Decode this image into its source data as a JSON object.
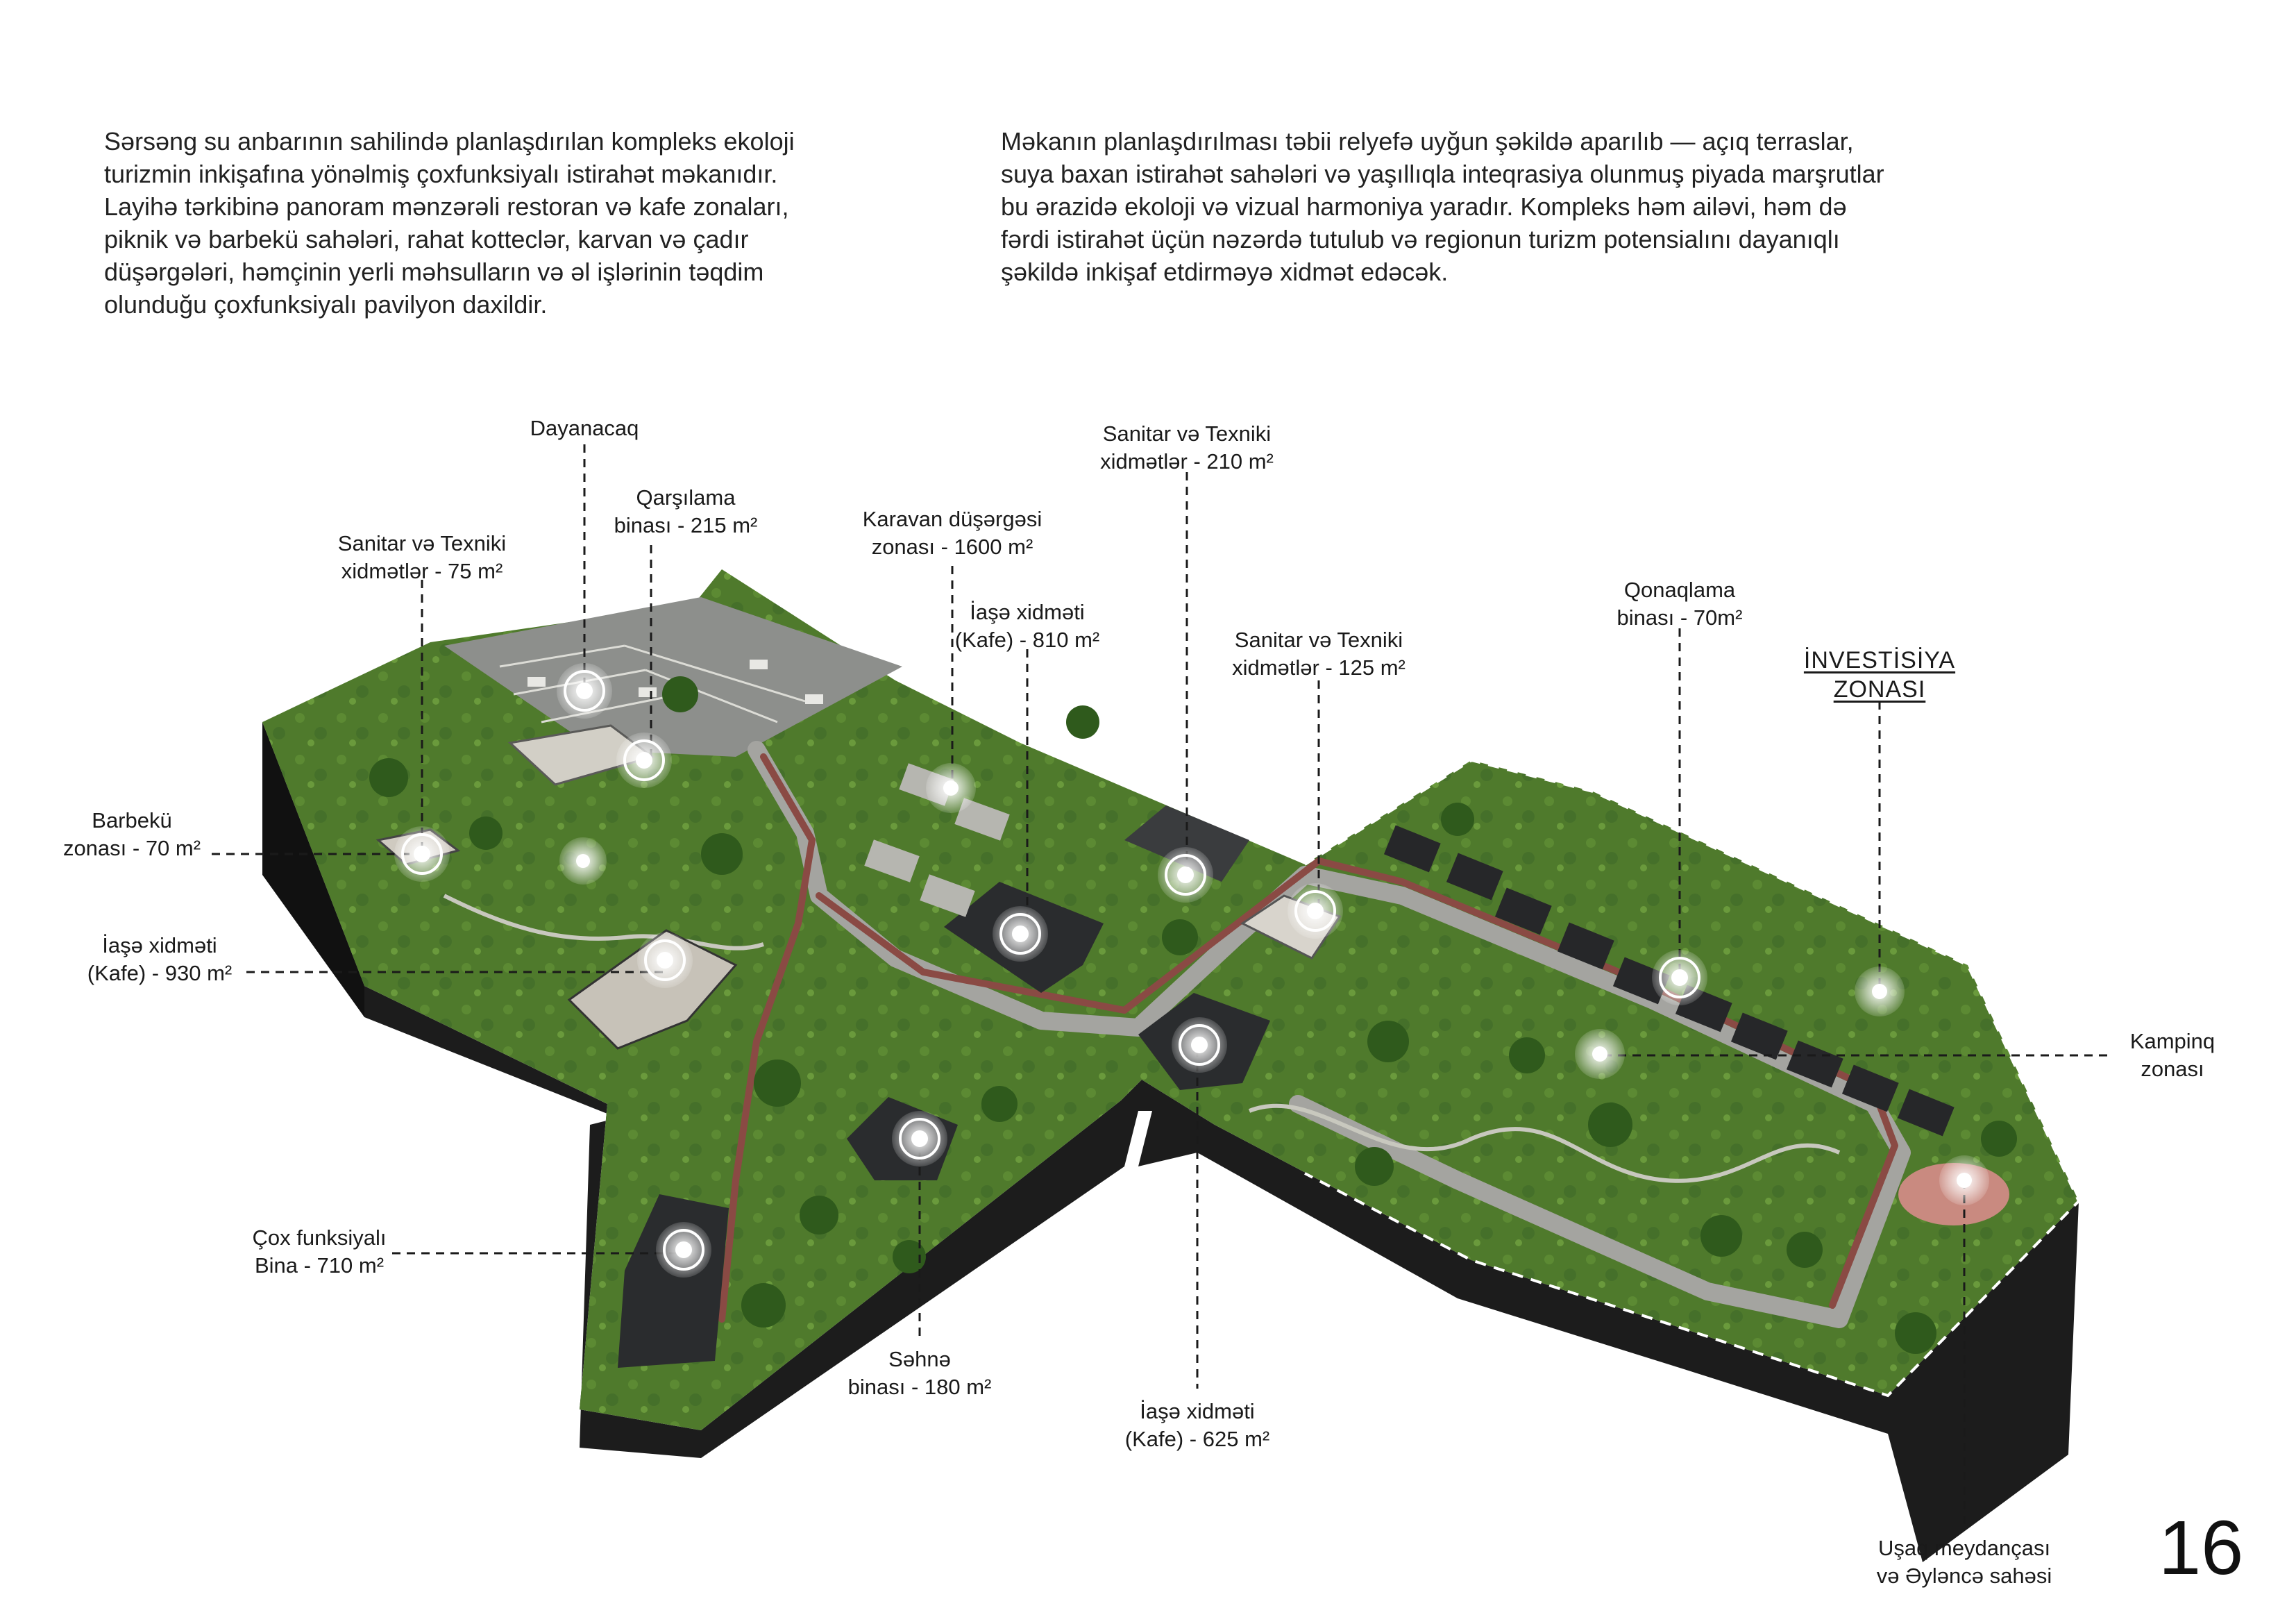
{
  "intro": {
    "left": [
      "Sərsəng su anbarının sahilində planlaşdırılan kompleks ekoloji",
      "turizmin inkişafına yönəlmiş çoxfunksiyalı istirahət məkanıdır.",
      "Layihə tərkibinə panoram mənzərəli restoran və kafe zonaları,",
      "piknik və barbekü sahələri, rahat kottеclər, karvan və çadır",
      "düşərgələri, həmçinin yerli məhsulların və əl işlərinin təqdim",
      "olunduğu çoxfunksiyalı pavilyon daxildir."
    ],
    "right": [
      "Məkanın planlaşdırılması təbii relyefə uyğun şəkildə aparılıb — açıq terraslar,",
      "suya baxan istirahət sahələri və yaşıllıqla inteqrasiya olunmuş piyada marşrutlar",
      "bu ərazidə ekoloji və vizual harmoniya yaradır. Kompleks həm ailəvi, həm də",
      "fərdi istirahət üçün nəzərdə tutulub və regionun turizm potensialını dayanıqlı",
      "şəkildə inkişaf etdirməyə xidmət edəcək."
    ]
  },
  "labels": {
    "dayanacaq": [
      "Dayanacaq"
    ],
    "qarsilama": [
      "Qarşılama",
      "binası - 215 m²"
    ],
    "sanitar75": [
      "Sanitar və Texniki",
      "xidmətlər - 75 m²"
    ],
    "karavan": [
      "Karavan düşərgəsi",
      "zonası - 1600 m²"
    ],
    "iase810": [
      "İaşə xidməti",
      "(Kafe) - 810 m²"
    ],
    "sanitar210": [
      "Sanitar və Texniki",
      "xidmətlər - 210 m²"
    ],
    "sanitar125": [
      "Sanitar və Texniki",
      "xidmətlər - 125 m²"
    ],
    "qonaqlama": [
      "Qonaqlama",
      "binası - 70m²"
    ],
    "investisiya": [
      "İNVESTİSİYA",
      "ZONASI"
    ],
    "barbeku": [
      "Barbekü",
      "zonası - 70 m²"
    ],
    "iase930": [
      "İaşə xidməti",
      "(Kafe) - 930 m²"
    ],
    "kampinq": [
      "Kampinq",
      "zonası"
    ],
    "cox": [
      "Çox funksiyalı",
      "Bina - 710 m²"
    ],
    "sehne": [
      "Səhnə",
      "binası - 180 m²"
    ],
    "iase625": [
      "İaşə xidməti",
      "(Kafe) - 625 m²"
    ],
    "usaq": [
      "Uşaq meydançası",
      "və Əyləncə sahəsi"
    ]
  },
  "page_number": "16",
  "colors": {
    "terrain_side": "#1c1c1c",
    "grass": "#4f7a2c",
    "grass_light": "#6c9a3a",
    "tree": "#2f5a1c",
    "path": "#a4a4a0",
    "bike_path": "#8a4a44",
    "roof": "#2a2c2e",
    "marker": "#ffffff"
  }
}
